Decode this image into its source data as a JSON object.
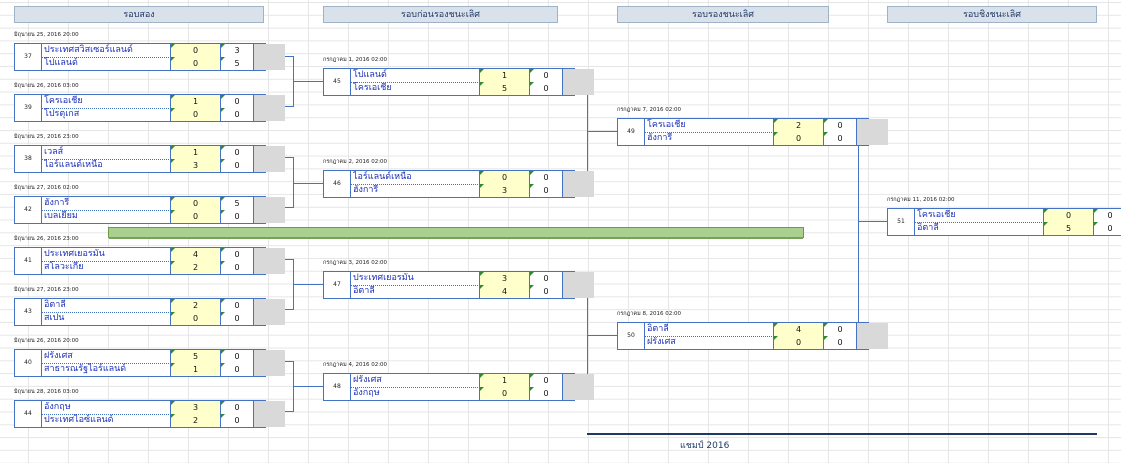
{
  "headers": [
    "รอบสอง",
    "รอบก่อนรองชนะเลิศ",
    "รอบรองชนะเลิศ",
    "รอบชิงชนะเลิศ"
  ],
  "matches": [
    {
      "id": "37",
      "date": "มิถุนายน  25, 2016  20:00",
      "t1": "ประเทศสวิสเซอร์แลนด์",
      "s1": "0",
      "e1": "3",
      "t2": "โปแลนด์",
      "s2": "0",
      "e2": "5"
    },
    {
      "id": "39",
      "date": "มิถุนายน  26, 2016  03:00",
      "t1": "โครเอเชีย",
      "s1": "1",
      "e1": "0",
      "t2": "โปรตุเกส",
      "s2": "0",
      "e2": "0"
    },
    {
      "id": "38",
      "date": "มิถุนายน  25, 2016  23:00",
      "t1": "เวลส์",
      "s1": "1",
      "e1": "0",
      "t2": "ไอร์แลนด์เหนือ",
      "s2": "3",
      "e2": "0"
    },
    {
      "id": "42",
      "date": "มิถุนายน  27, 2016  02:00",
      "t1": "ฮังการี",
      "s1": "0",
      "e1": "5",
      "t2": "เบลเยียม",
      "s2": "0",
      "e2": "0"
    },
    {
      "id": "41",
      "date": "มิถุนายน  26, 2016  23:00",
      "t1": "ประเทศเยอรมัน",
      "s1": "4",
      "e1": "0",
      "t2": "สโลวะเกีย",
      "s2": "2",
      "e2": "0"
    },
    {
      "id": "43",
      "date": "มิถุนายน  27, 2016  23:00",
      "t1": "อิตาลี",
      "s1": "2",
      "e1": "0",
      "t2": "สเปน",
      "s2": "0",
      "e2": "0"
    },
    {
      "id": "40",
      "date": "มิถุนายน  26, 2016  20:00",
      "t1": "ฝรั่งเศส",
      "s1": "5",
      "e1": "0",
      "t2": "สาธารณรัฐไอร์แลนด์",
      "s2": "1",
      "e2": "0"
    },
    {
      "id": "44",
      "date": "มิถุนายน  28, 2016  03:00",
      "t1": "อังกฤษ",
      "s1": "3",
      "e1": "0",
      "t2": "ประเทศไอซ์แลนด์",
      "s2": "2",
      "e2": "0"
    },
    {
      "id": "45",
      "date": "กรกฎาคม  1, 2016  02:00",
      "t1": "โปแลนด์",
      "s1": "1",
      "e1": "0",
      "t2": "โครเอเชีย",
      "s2": "5",
      "e2": "0"
    },
    {
      "id": "46",
      "date": "กรกฎาคม  2, 2016  02:00",
      "t1": "ไอร์แลนด์เหนือ",
      "s1": "0",
      "e1": "0",
      "t2": "ฮังการี",
      "s2": "3",
      "e2": "0"
    },
    {
      "id": "47",
      "date": "กรกฎาคม  3, 2016  02:00",
      "t1": "ประเทศเยอรมัน",
      "s1": "3",
      "e1": "0",
      "t2": "อิตาลี",
      "s2": "4",
      "e2": "0"
    },
    {
      "id": "48",
      "date": "กรกฎาคม  4, 2016  02:00",
      "t1": "ฝรั่งเศส",
      "s1": "1",
      "e1": "0",
      "t2": "อังกฤษ",
      "s2": "0",
      "e2": "0"
    },
    {
      "id": "49",
      "date": "กรกฎาคม  7, 2016  02:00",
      "t1": "โครเอเชีย",
      "s1": "2",
      "e1": "0",
      "t2": "ฮังการี",
      "s2": "0",
      "e2": "0"
    },
    {
      "id": "50",
      "date": "กรกฎาคม  8, 2016  02:00",
      "t1": "อิตาลี",
      "s1": "4",
      "e1": "0",
      "t2": "ฝรั่งเศส",
      "s2": "0",
      "e2": "0"
    },
    {
      "id": "51",
      "date": "กรกฎาคม  11, 2016  02:00",
      "t1": "โครเอเชีย",
      "s1": "0",
      "e1": "0",
      "t2": "อิตาลี",
      "s2": "5",
      "e2": "0"
    }
  ],
  "champion_label": "แชมป์ 2016"
}
